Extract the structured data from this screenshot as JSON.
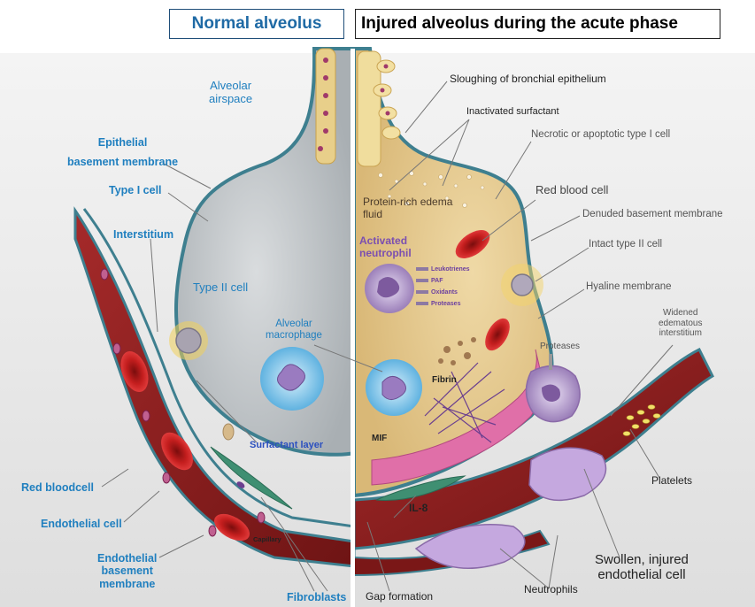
{
  "titles": {
    "left": "Normal alveolus",
    "right": "Injured alveolus during the acute phase"
  },
  "labels_left": {
    "alveolar_airspace_l1": "Alveolar",
    "alveolar_airspace_l2": "airspace",
    "epithelial_bm_l1": "Epithelial",
    "epithelial_bm_l2": "basement membrane",
    "type1": "Type I cell",
    "interstitium": "Interstitium",
    "type2": "Type II cell",
    "macrophage_l1": "Alveolar",
    "macrophage_l2": "macrophage",
    "surfactant_layer": "Surfactant layer",
    "rbc": "Red bloodcell",
    "endothelial_cell": "Endothelial cell",
    "endo_bm_l1": "Endothelial",
    "endo_bm_l2": "basement",
    "endo_bm_l3": "membrane",
    "capillary": "Capillary",
    "fibroblasts": "Fibroblasts"
  },
  "labels_right": {
    "sloughing": "Sloughing of bronchial epithelium",
    "inactivated_surfactant": "Inactivated surfactant",
    "necrotic": "Necrotic or apoptotic type I cell",
    "edema_l1": "Protein-rich edema",
    "edema_l2": "fluid",
    "rbc": "Red blood cell",
    "denuded": "Denuded basement membrane",
    "neutrophil_l1": "Activated",
    "neutrophil_l2": "neutrophil",
    "leukotrienes": "Leukotrienes",
    "paf": "PAF",
    "oxidants": "Oxidants",
    "proteases_small": "Proteases",
    "intact_type2": "Intact type II cell",
    "hyaline": "Hyaline membrane",
    "widened_l1": "Widened",
    "widened_l2": "edematous",
    "widened_l3": "interstitium",
    "proteases": "Proteases",
    "fibrin": "Fibrin",
    "mif": "MIF",
    "il8": "IL-8",
    "platelets": "Platelets",
    "swollen_l1": "Swollen, injured",
    "swollen_l2": "endothelial cell",
    "neutrophils": "Neutrophils",
    "gap": "Gap formation"
  },
  "colors": {
    "label_blue": "#1f7fbf",
    "airspace_grey": "#bfc3c6",
    "edema_tan": "#e3c890",
    "vessel_red": "#8b1c1c",
    "membrane_teal": "#3e7f8f",
    "neutrophil_purple": "#a98fc4",
    "macrophage_blue": "#9fd3ee"
  }
}
